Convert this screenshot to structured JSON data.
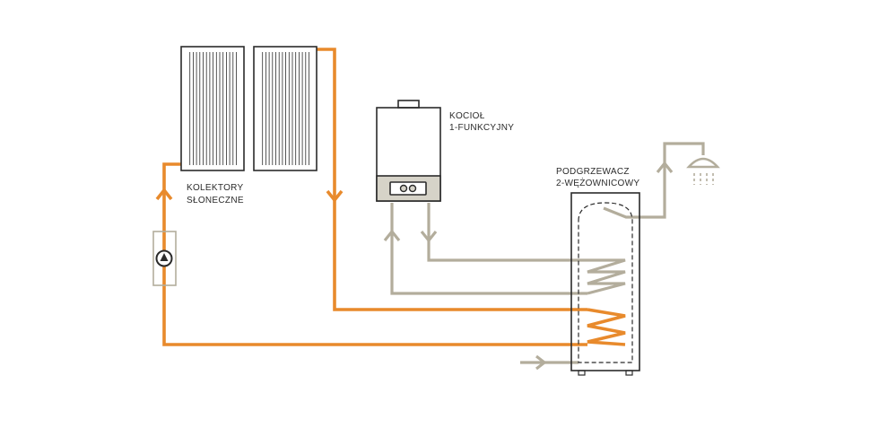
{
  "labels": {
    "collectors_line1": "KOLEKTORY",
    "collectors_line2": "SŁONECZNE",
    "boiler_line1": "KOCIOŁ",
    "boiler_line2": "1-FUNKCYJNY",
    "heater_line1": "PODGRZEWACZ",
    "heater_line2": "2-WĘŻOWNICOWY"
  },
  "colors": {
    "solar_loop": "#e88a2c",
    "water_loop": "#b3ad9c",
    "outline": "#2b2b2b",
    "background": "#ffffff"
  },
  "icons": [
    "solar-collector-icon",
    "gas-boiler-icon",
    "circulation-pump-icon",
    "hot-water-tank-icon",
    "shower-head-icon",
    "flow-arrow-icon"
  ]
}
